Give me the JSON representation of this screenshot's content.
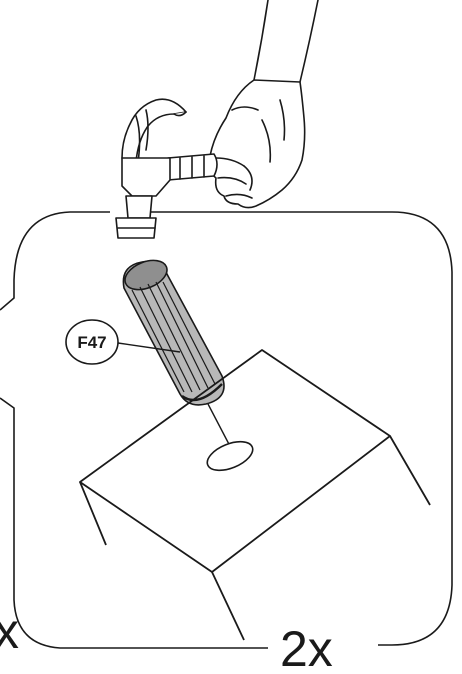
{
  "step": {
    "part_label": "F47",
    "quantity_label": "2x",
    "edge_fragment_label": "x"
  },
  "colors": {
    "ink": "#1a1a1a",
    "dowel_fill": "#b8b8b8",
    "dowel_cap": "#8f8f8f",
    "background": "#ffffff"
  },
  "icons": {
    "tool": "hammer-icon",
    "hand": "gloved-hand-icon",
    "part": "wooden-dowel-icon"
  }
}
